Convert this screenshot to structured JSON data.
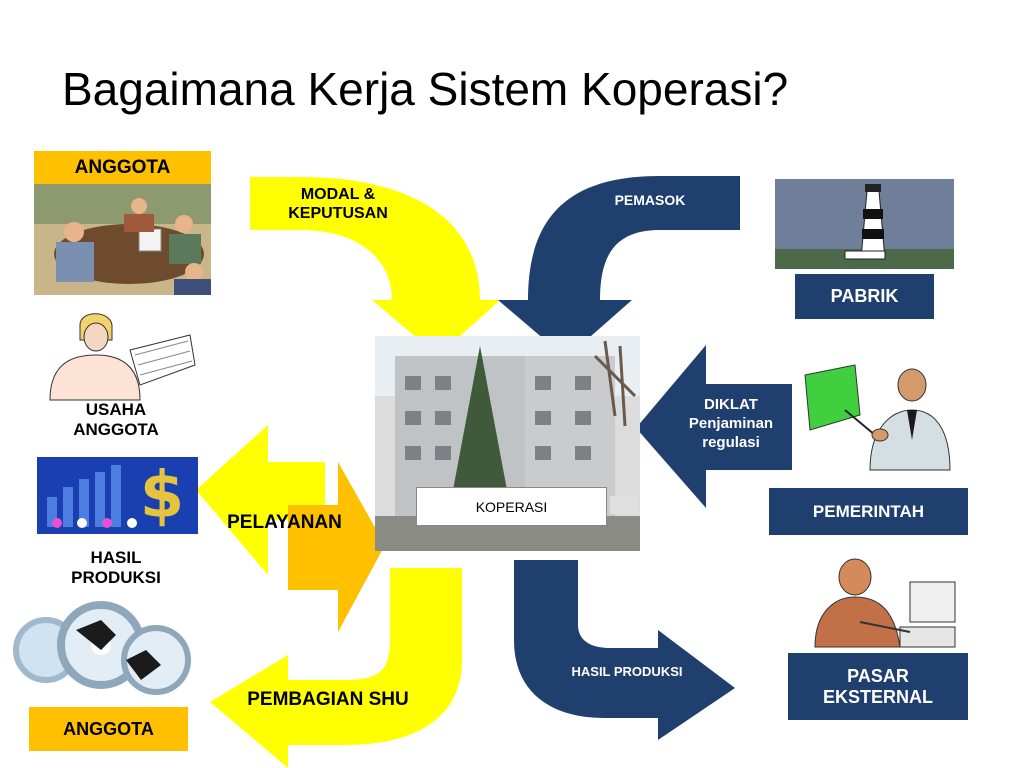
{
  "title": "Bagaimana Kerja Sistem Koperasi?",
  "left": {
    "anggota_top": "ANGGOTA",
    "usaha_anggota": [
      "USAHA",
      "ANGGOTA"
    ],
    "hasil_produksi": [
      "HASIL",
      "PRODUKSI"
    ],
    "anggota_bottom": "ANGGOTA"
  },
  "center": {
    "koperasi": "KOPERASI",
    "modal_keputusan": [
      "MODAL &",
      "KEPUTUSAN"
    ],
    "pelayanan": "PELAYANAN",
    "pembagian_shu": "PEMBAGIAN SHU"
  },
  "right": {
    "pemasok": "PEMASOK",
    "pabrik": "PABRIK",
    "diklat": [
      "DIKLAT",
      "Penjaminan",
      "regulasi"
    ],
    "pemerintah": "PEMERINTAH",
    "hasil_produksi_arrow": "HASIL PRODUKSI",
    "pasar_eksternal": [
      "PASAR",
      "EKSTERNAL"
    ]
  },
  "colors": {
    "yellow": "#ffff00",
    "gold": "#ffc000",
    "navy": "#1f3f6e"
  }
}
